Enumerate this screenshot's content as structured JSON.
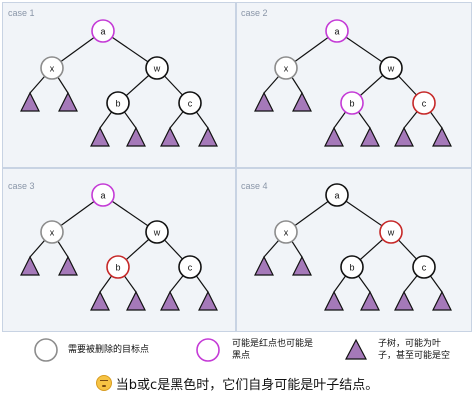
{
  "colors": {
    "panel_bg": "#f1f4f8",
    "node_black": "#111111",
    "node_target": "#8c8c8c",
    "node_either": "#c43ad6",
    "node_red": "#c62828",
    "subtree_fill": "#a579b9",
    "edge": "#111111"
  },
  "cases": [
    {
      "label": "case 1",
      "nodes": [
        {
          "id": "a",
          "label": "a",
          "color": "either"
        },
        {
          "id": "x",
          "label": "x",
          "color": "target"
        },
        {
          "id": "w",
          "label": "w",
          "color": "black"
        },
        {
          "id": "b",
          "label": "b",
          "color": "black"
        },
        {
          "id": "c",
          "label": "c",
          "color": "black"
        }
      ]
    },
    {
      "label": "case 2",
      "nodes": [
        {
          "id": "a",
          "label": "a",
          "color": "either"
        },
        {
          "id": "x",
          "label": "x",
          "color": "target"
        },
        {
          "id": "w",
          "label": "w",
          "color": "black"
        },
        {
          "id": "b",
          "label": "b",
          "color": "either"
        },
        {
          "id": "c",
          "label": "c",
          "color": "red"
        }
      ]
    },
    {
      "label": "case 3",
      "nodes": [
        {
          "id": "a",
          "label": "a",
          "color": "either"
        },
        {
          "id": "x",
          "label": "x",
          "color": "target"
        },
        {
          "id": "w",
          "label": "w",
          "color": "black"
        },
        {
          "id": "b",
          "label": "b",
          "color": "red"
        },
        {
          "id": "c",
          "label": "c",
          "color": "black"
        }
      ]
    },
    {
      "label": "case 4",
      "nodes": [
        {
          "id": "a",
          "label": "a",
          "color": "black"
        },
        {
          "id": "x",
          "label": "x",
          "color": "target"
        },
        {
          "id": "w",
          "label": "w",
          "color": "red"
        },
        {
          "id": "b",
          "label": "b",
          "color": "black"
        },
        {
          "id": "c",
          "label": "c",
          "color": "black"
        }
      ]
    }
  ],
  "legend": {
    "target_text": "需要被删除的目标点",
    "either_text_1": "可能是红点也可能是",
    "either_text_2": "黑点",
    "subtree_text_1": "子树，可能为叶",
    "subtree_text_2": "子，甚至可能是空"
  },
  "footer": {
    "text": "当b或c是黑色时，它们自身可能是叶子结点。"
  }
}
